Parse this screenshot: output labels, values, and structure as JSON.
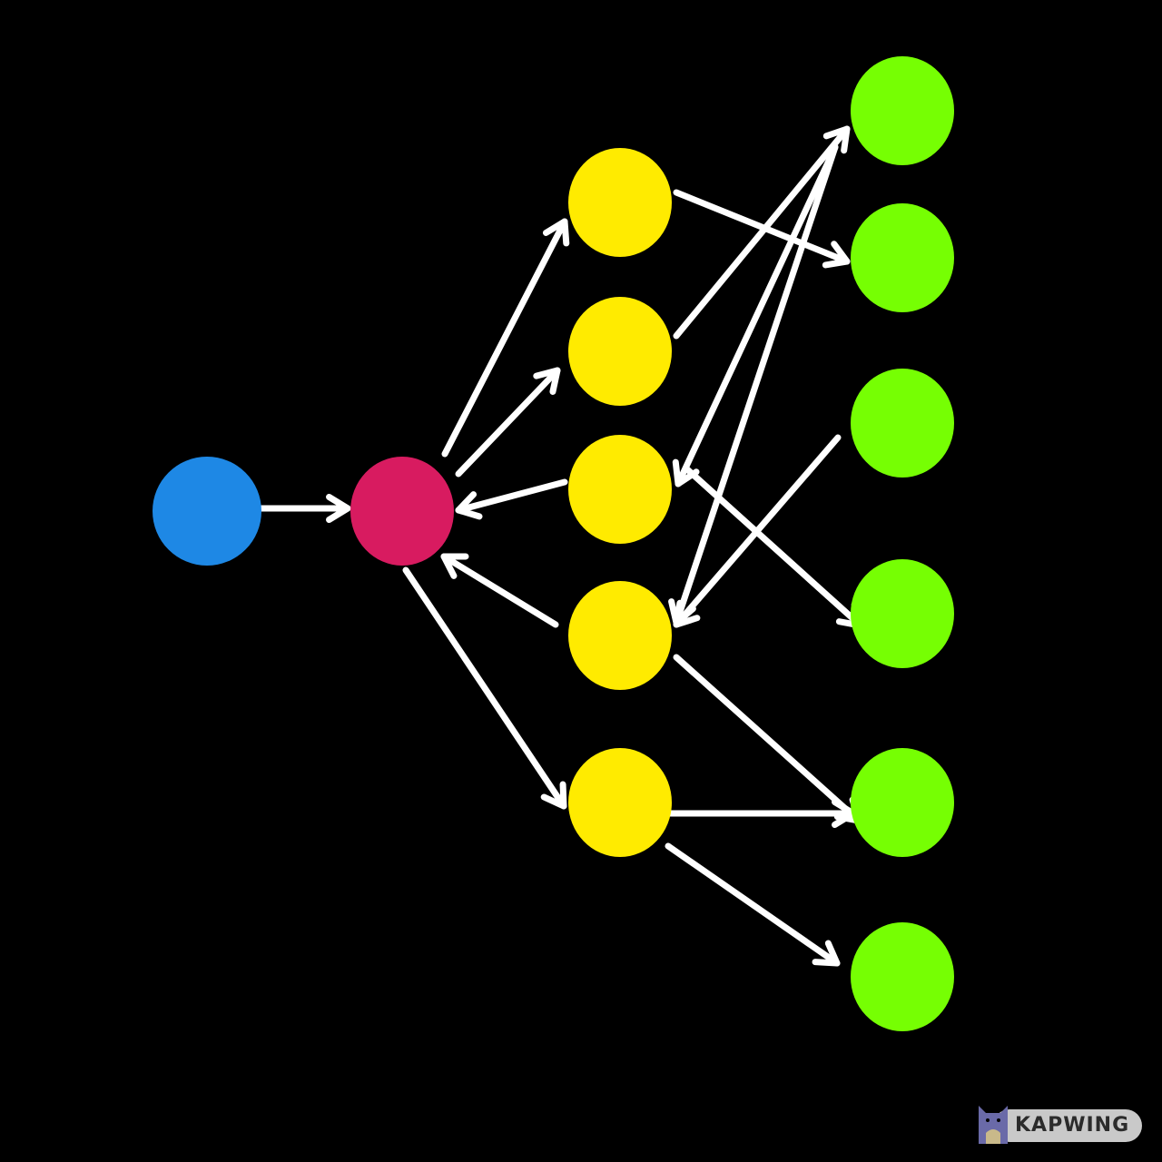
{
  "diagram": {
    "background": "#000000",
    "edge_color": "#ffffff",
    "node_colors": {
      "source": "#1e88e5",
      "hub": "#d81b60",
      "middle": "#ffeb00",
      "leaf": "#76ff03"
    },
    "nodes": [
      {
        "id": "blue",
        "group": "source"
      },
      {
        "id": "red",
        "group": "hub"
      },
      {
        "id": "y1",
        "group": "middle"
      },
      {
        "id": "y2",
        "group": "middle"
      },
      {
        "id": "y3",
        "group": "middle"
      },
      {
        "id": "y4",
        "group": "middle"
      },
      {
        "id": "y5",
        "group": "middle"
      },
      {
        "id": "g1",
        "group": "leaf"
      },
      {
        "id": "g2",
        "group": "leaf"
      },
      {
        "id": "g3",
        "group": "leaf"
      },
      {
        "id": "g4",
        "group": "leaf"
      },
      {
        "id": "g5",
        "group": "leaf"
      },
      {
        "id": "g6",
        "group": "leaf"
      }
    ],
    "edges": [
      {
        "from": "blue",
        "to": "red"
      },
      {
        "from": "red",
        "to": "y1"
      },
      {
        "from": "red",
        "to": "y2"
      },
      {
        "from": "y3",
        "to": "red"
      },
      {
        "from": "y4",
        "to": "red"
      },
      {
        "from": "red",
        "to": "y5"
      },
      {
        "from": "y1",
        "to": "g2"
      },
      {
        "from": "y2",
        "to": "g1"
      },
      {
        "from": "g1",
        "to": "y3"
      },
      {
        "from": "g1",
        "to": "y4"
      },
      {
        "from": "y3",
        "to": "g4"
      },
      {
        "from": "g3",
        "to": "y4"
      },
      {
        "from": "y4",
        "to": "g5"
      },
      {
        "from": "y5",
        "to": "g5"
      },
      {
        "from": "y5",
        "to": "g6"
      }
    ]
  },
  "watermark": {
    "text": "KAPWING",
    "logo_icon": "kapwing-cat-icon",
    "pill_color": "#c9c9c9",
    "logo_color": "#6a6aa8"
  }
}
